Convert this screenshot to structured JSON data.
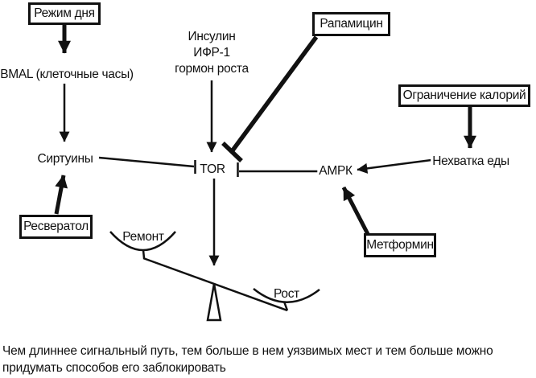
{
  "diagram": {
    "title_hint": "longevity-signalling-pathway",
    "colors": {
      "ink": "#111111",
      "background": "#ffffff"
    },
    "boxes": {
      "regime": "Режим дня",
      "rapamycin": "Рапамицин",
      "calorie_restriction": "Ограничение калорий",
      "resveratrol": "Ресвератол",
      "metformin": "Метформин"
    },
    "nodes": {
      "bmal": "BMAL (клеточные часы)",
      "insulin_line1": "Инсулин",
      "insulin_line2": "ИФР-1",
      "insulin_line3": "гормон роста",
      "sirtuins": "Сиртуины",
      "tor": "TOR",
      "ampk": "АМРК",
      "food_shortage": "Нехватка еды",
      "repair": "Ремонт",
      "growth": "Рост"
    },
    "caption": {
      "line1": "Чем длиннее сигнальный путь, тем больше в нем уязвимых мест и тем больше можно",
      "line2": "придумать способов его заблокировать"
    }
  }
}
